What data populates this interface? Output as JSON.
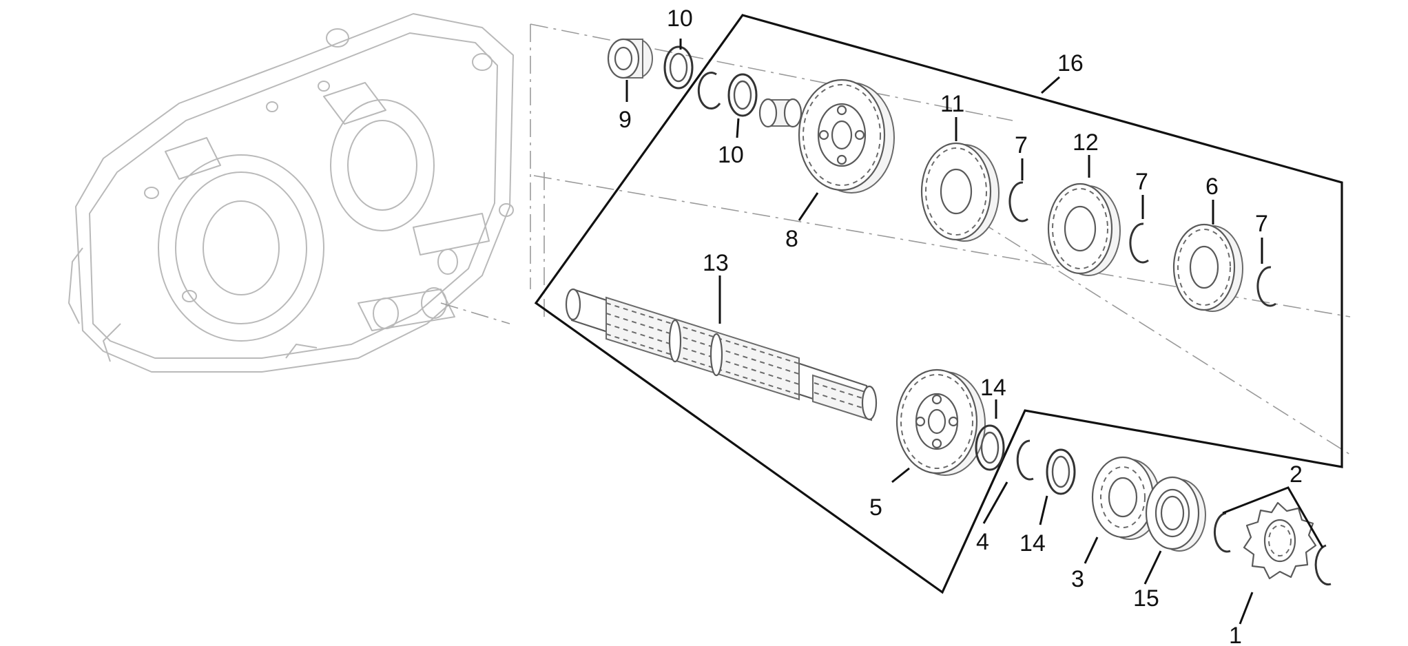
{
  "callouts": {
    "c1": "1",
    "c2": "2",
    "c3": "3",
    "c4": "4",
    "c5": "5",
    "c6": "6",
    "c7a": "7",
    "c7b": "7",
    "c7c": "7",
    "c8": "8",
    "c9": "9",
    "c10a": "10",
    "c10b": "10",
    "c11": "11",
    "c12": "12",
    "c13": "13",
    "c14a": "14",
    "c14b": "14",
    "c15": "15",
    "c16": "16"
  },
  "colors": {
    "line": "#111111",
    "ghost": "#b9b9b9",
    "part": "#5a5a5a",
    "background": "#ffffff"
  }
}
